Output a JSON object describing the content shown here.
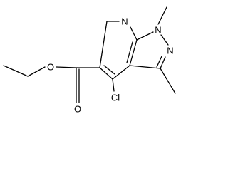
{
  "molecule": {
    "atoms": {
      "n_pyridine": "N",
      "n1": "N",
      "n2": "N",
      "ester_o": "O",
      "carbonyl_o": "O",
      "chlorine": "Cl"
    }
  }
}
